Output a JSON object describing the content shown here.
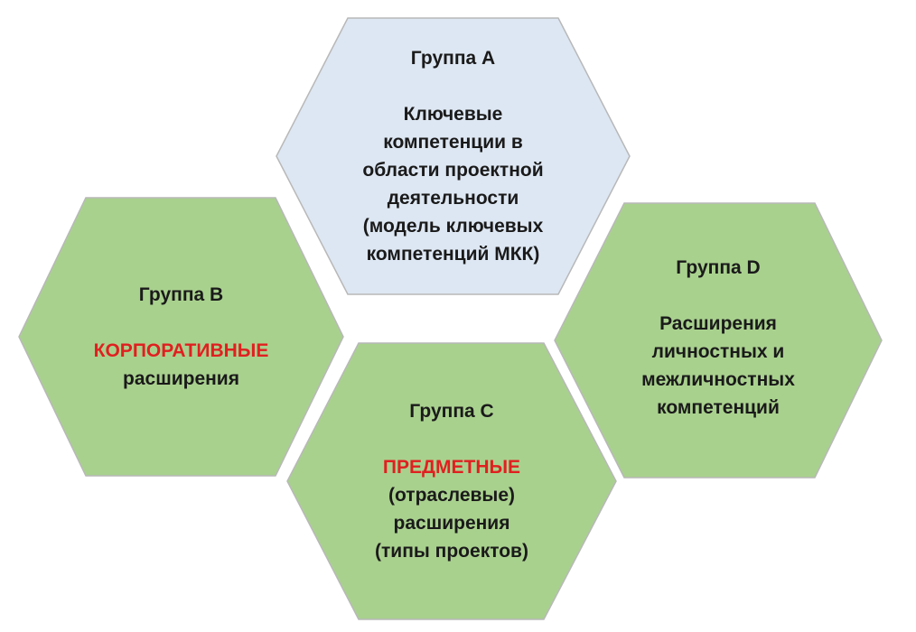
{
  "colors": {
    "group_a_fill": "#dde7f3",
    "group_bcd_fill": "#a9d18e",
    "stroke": "#b8b8b8",
    "accent_text": "#e02020",
    "text": "#1a1a1a"
  },
  "groups": {
    "a": {
      "title": "Группа А",
      "line1": "Ключевые",
      "line2": "компетенции в",
      "line3": "области проектной",
      "line4": "деятельности",
      "line5": "(модель ключевых",
      "line6": "компетенций МКК)"
    },
    "b": {
      "title": "Группа В",
      "accent": "КОРПОРАТИВНЫЕ",
      "line1": "расширения"
    },
    "c": {
      "title": "Группа С",
      "accent": "ПРЕДМЕТНЫЕ",
      "line1": "(отраслевые)",
      "line2": "расширения",
      "line3": "(типы проектов)"
    },
    "d": {
      "title": "Группа D",
      "line1": "Расширения",
      "line2": "личностных и",
      "line3": "межличностных",
      "line4": "компетенций"
    }
  }
}
